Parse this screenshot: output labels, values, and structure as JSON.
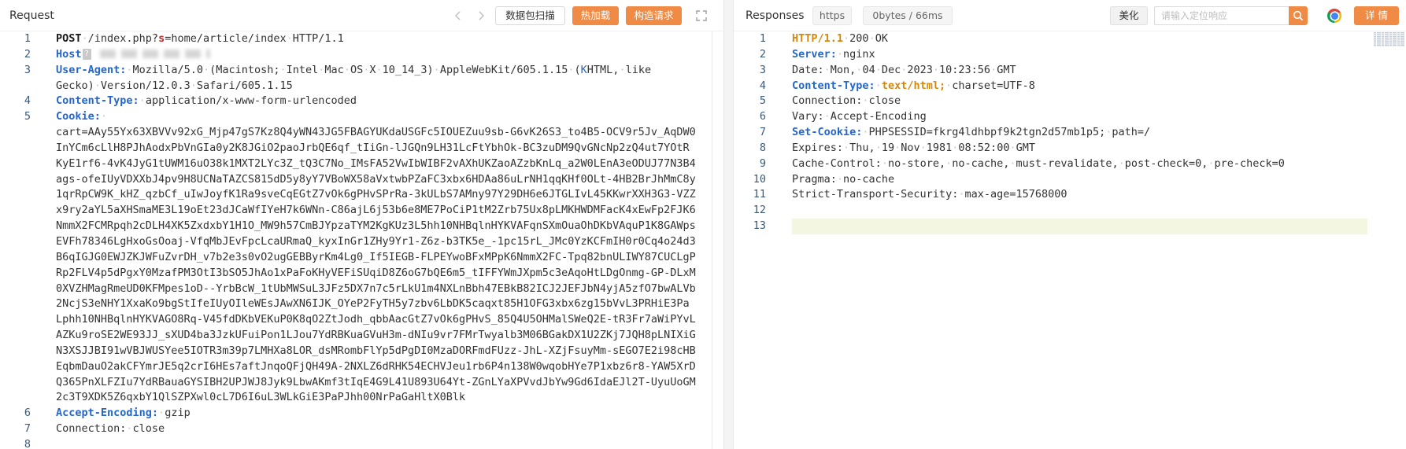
{
  "colors": {
    "accent": "#ef8b45",
    "key": "#2566cc",
    "method": "#1a1a1a",
    "param": "#c62828",
    "orange_token": "#d4880f",
    "line_number": "#3a5a78",
    "current_line": "#f3f7e1",
    "text": "#333333",
    "whitespace": "#c6c6c6"
  },
  "icons": {
    "request_prev": "chevron-left-icon",
    "request_next": "chevron-right-icon",
    "request_expand": "expand-icon",
    "response_search": "search-icon",
    "response_browser": "chrome-icon"
  },
  "request": {
    "title": "Request",
    "buttons": {
      "scan": "数据包扫描",
      "hot_reload": "热加载",
      "build": "构造请求"
    },
    "lines": [
      {
        "num": 1,
        "rows": [
          [
            [
              "POST",
              "m"
            ],
            [
              " /index.php?",
              ""
            ],
            [
              "s",
              "p"
            ],
            [
              "=home/article/index HTTP/1.1",
              ""
            ]
          ]
        ]
      },
      {
        "num": 2,
        "rows": [
          [
            [
              "Host",
              "k"
            ]
          ]
        ],
        "marker": "?"
      },
      {
        "num": 3,
        "rows": [
          [
            [
              "User-Agent:",
              "k"
            ],
            [
              " Mozilla/5.0 (Macintosh; Intel Mac OS X 10_14_3) AppleWebKit/605.1.15 (",
              ""
            ],
            [
              "K",
              "h"
            ],
            [
              "HTML, like",
              ""
            ]
          ],
          [
            [
              "Gecko) Version/12.0.3 Safari/605.1.15",
              ""
            ]
          ]
        ]
      },
      {
        "num": 4,
        "rows": [
          [
            [
              "Content-Type:",
              "k"
            ],
            [
              " application/x-www-form-urlencoded",
              ""
            ]
          ]
        ]
      },
      {
        "num": 5,
        "rows": [
          [
            [
              "Cookie:",
              "k"
            ],
            [
              " ",
              ""
            ]
          ],
          [
            [
              "cart=AAy55Yx63XBVVv92xG_Mjp47gS7Kz8Q4yWN43JG5FBAGYUKdaUSGFc5IOUEZuu9sb-G6vK26S3_to4B5-OCV9r5Jv_AqDW0",
              ""
            ]
          ],
          [
            [
              "InYCm6cLlH8PJhAodxPbVnGIa0y2K8JGiO2paoJrbQE6qf_tIiGn-lJGQn9LH31LcFtYbhOk-BC3zuDM9QvGNcNp2zQ4ut7YOtR",
              ""
            ]
          ],
          [
            [
              "KyE1rf6-4vK4JyG1tUWM16uO38k1MXT2LYc3Z_tQ3C7No_IMsFA52VwIbWIBF2vAXhUKZaoAZzbKnLq_a2W0LEnA3eODUJ77N3B4",
              ""
            ]
          ],
          [
            [
              "ags-ofeIUyVDXXbJ4pv9H8UCNaTAZCS815dD5y8yY7VBoWX58aVxtwbPZaFC3xbx6HDAa86uLrNH1qqKHf0OLt-4HB2BrJhMmC8y",
              ""
            ]
          ],
          [
            [
              "1qrRpCW9K_kHZ_qzbCf_uIwJoyfK1Ra9sveCqEGtZ7vOk6gPHvSPrRa-3kULbS7AMny97Y29DH6e6JTGLIvL45KKwrXXH3G3-VZZ",
              ""
            ]
          ],
          [
            [
              "x9ry2aYL5aXHSmaME3L19oEt23dJCaWfIYeH7k6WNn-C86ajL6j53b6e8ME7PoCiP1tM2Zrb75Ux8pLMKHWDMFacK4xEwFp2FJK6",
              ""
            ]
          ],
          [
            [
              "NmmX2FCMRpqh2cDLH4XK5ZxdxbY1H1O_MW9h57CmBJYpzaTYM2KgKUz3L5hh10NHBqlnHYKVAFqnSXmOuaOhDKbVAquP1K8GAWps",
              ""
            ]
          ],
          [
            [
              "EVFh78346LgHxoGsOoaj-VfqMbJEvFpcLcaURmaQ_kyxInGr1ZHy9Yr1-Z6z-b3TK5e_-1pc15rL_JMc0YzKCFmIH0r0Cq4o24d3",
              ""
            ]
          ],
          [
            [
              "B6qIGJG0EWJZKJWFuZvrDH_v7b2e3s0vO2ugGEBByrKm4Lg0_If5IEGB-FLPEYwoBFxMPpK6NmmX2FC-Tpq82bnULIWY87CUCLgP",
              ""
            ]
          ],
          [
            [
              "Rp2FLV4p5dPgxY0MzafPM3OtI3bSO5JhAo1xPaFoKHyVEFiSUqiD8Z6oG7bQE6m5_tIFFYWmJXpm5c3eAqoHtLDgOnmg-GP-DLxM",
              ""
            ]
          ],
          [
            [
              "0XVZHMagRmeUD0KFMpes1oD--YrbBcW_1tUbMWSuL3JFz5DX7n7c5rLkU1m4NXLnBbh47EBkB82ICJ2JEFJbN4yjA5zfO7bwALVb",
              ""
            ]
          ],
          [
            [
              "2NcjS3eNHY1XxaKo9bgStIfeIUyOIleWEsJAwXN6IJK_OYeP2FyTH5y7zbv6LbDK5caqxt85H1OFG3xbx6zg15bVvL3PRHiE3Pa",
              ""
            ]
          ],
          [
            [
              "Lphh10NHBqlnHYKVAGO8Rq-V45fdDKbVEKuP0K8qO2ZtJodh_qbbAacGtZ7vOk6gPHvS_85Q4U5OHMalSWeQ2E-tR3Fr7aWiPYvL",
              ""
            ]
          ],
          [
            [
              "AZKu9roSE2WE93JJ_sXUD4ba3JzkUFuiPon1LJou7YdRBKuaGVuH3m-dNIu9vr7FMrTwyalb3M06BGakDX1U2ZKj7JQH8pLNIXiG",
              ""
            ]
          ],
          [
            [
              "N3XSJJBI91wVBJWUSYee5IOTR3m39p7LMHXa8LOR_dsMRombFlYp5dPgDI0MzaDORFmdFUzz-JhL-XZjFsuyMm-sEGO7E2i98cHB",
              ""
            ]
          ],
          [
            [
              "EqbmDauO2akCFYmrJE5q2crI6HEs7aftJnqoQFjQH49A-2NXLZ6dRHK54ECHVJeu1rb6P4n138W0wqobHYe7P1xbz6r8-YAW5XrD",
              ""
            ]
          ],
          [
            [
              "Q365PnXLFZIu7YdRBauaGYSIBH2UPJWJ8Jyk9LbwAKmf3tIqE4G9L41U893U64Yt-ZGnLYaXPVvdJbYw9Gd6IdaEJl2T-UyuUoGM",
              ""
            ]
          ],
          [
            [
              "2c3T9XDK5Z6qxbY1QlSZPXwl0cL7D6I6uL3WLkGiE3PaPJhh00NrPaGaHltX0Blk",
              ""
            ]
          ]
        ]
      },
      {
        "num": 6,
        "rows": [
          [
            [
              "Accept-Encoding:",
              "k"
            ],
            [
              " gzip",
              ""
            ]
          ]
        ]
      },
      {
        "num": 7,
        "rows": [
          [
            [
              "Connection: close",
              ""
            ]
          ]
        ]
      },
      {
        "num": 8,
        "rows": [
          []
        ]
      }
    ]
  },
  "response": {
    "title": "Responses",
    "protocol_tag": "https",
    "stats_tag": "0bytes / 66ms",
    "beautify_label": "美化",
    "search": {
      "placeholder": "请输入定位响应",
      "value": ""
    },
    "details_label": "详 情",
    "lines": [
      {
        "num": 1,
        "rows": [
          [
            [
              "HTTP/1.1",
              "o"
            ],
            [
              " 200 OK",
              ""
            ]
          ]
        ]
      },
      {
        "num": 2,
        "rows": [
          [
            [
              "Server:",
              "k"
            ],
            [
              " nginx",
              ""
            ]
          ]
        ]
      },
      {
        "num": 3,
        "rows": [
          [
            [
              "Date: Mon, 04 Dec 2023 10:23:56 GMT",
              ""
            ]
          ]
        ]
      },
      {
        "num": 4,
        "rows": [
          [
            [
              "Content-Type:",
              "k"
            ],
            [
              " ",
              ""
            ],
            [
              "text/html;",
              "o"
            ],
            [
              " charset=UTF-8",
              ""
            ]
          ]
        ]
      },
      {
        "num": 5,
        "rows": [
          [
            [
              "Connection: close",
              ""
            ]
          ]
        ]
      },
      {
        "num": 6,
        "rows": [
          [
            [
              "Vary: Accept-Encoding",
              ""
            ]
          ]
        ]
      },
      {
        "num": 7,
        "rows": [
          [
            [
              "Set-Cookie:",
              "k"
            ],
            [
              " PHPSESSID=fkrg4ldhbpf9k2tgn2d57mb1p5; path=/",
              ""
            ]
          ]
        ]
      },
      {
        "num": 8,
        "rows": [
          [
            [
              "Expires: Thu, 19 Nov 1981 08:52:00 GMT",
              ""
            ]
          ]
        ]
      },
      {
        "num": 9,
        "rows": [
          [
            [
              "Cache-Control: no-store, no-cache, must-revalidate, post-check=0, pre-check=0",
              ""
            ]
          ]
        ]
      },
      {
        "num": 10,
        "rows": [
          [
            [
              "Pragma: no-cache",
              ""
            ]
          ]
        ]
      },
      {
        "num": 11,
        "rows": [
          [
            [
              "Strict-Transport-Security: max-age=15768000",
              ""
            ]
          ]
        ]
      },
      {
        "num": 12,
        "rows": [
          []
        ]
      },
      {
        "num": 13,
        "rows": [
          []
        ],
        "current": true
      }
    ]
  }
}
